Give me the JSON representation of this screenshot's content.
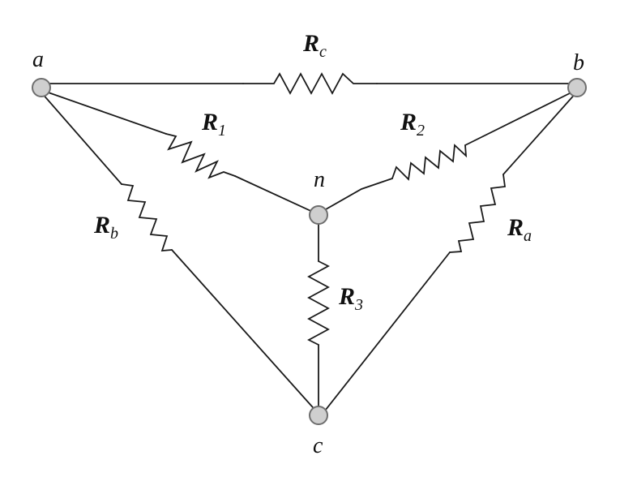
{
  "nodes": {
    "a": "a",
    "b": "b",
    "n": "n",
    "c": "c"
  },
  "resistors": {
    "Rc": {
      "letter": "R",
      "sub": "c"
    },
    "R1": {
      "letter": "R",
      "sub": "1"
    },
    "R2": {
      "letter": "R",
      "sub": "2"
    },
    "Rb": {
      "letter": "R",
      "sub": "b"
    },
    "Ra": {
      "letter": "R",
      "sub": "a"
    },
    "R3": {
      "letter": "R",
      "sub": "3"
    }
  },
  "colors": {
    "wire": "#1a1a1a",
    "node_fill": "#cfcfcf",
    "node_stroke": "#6e6e6e"
  }
}
